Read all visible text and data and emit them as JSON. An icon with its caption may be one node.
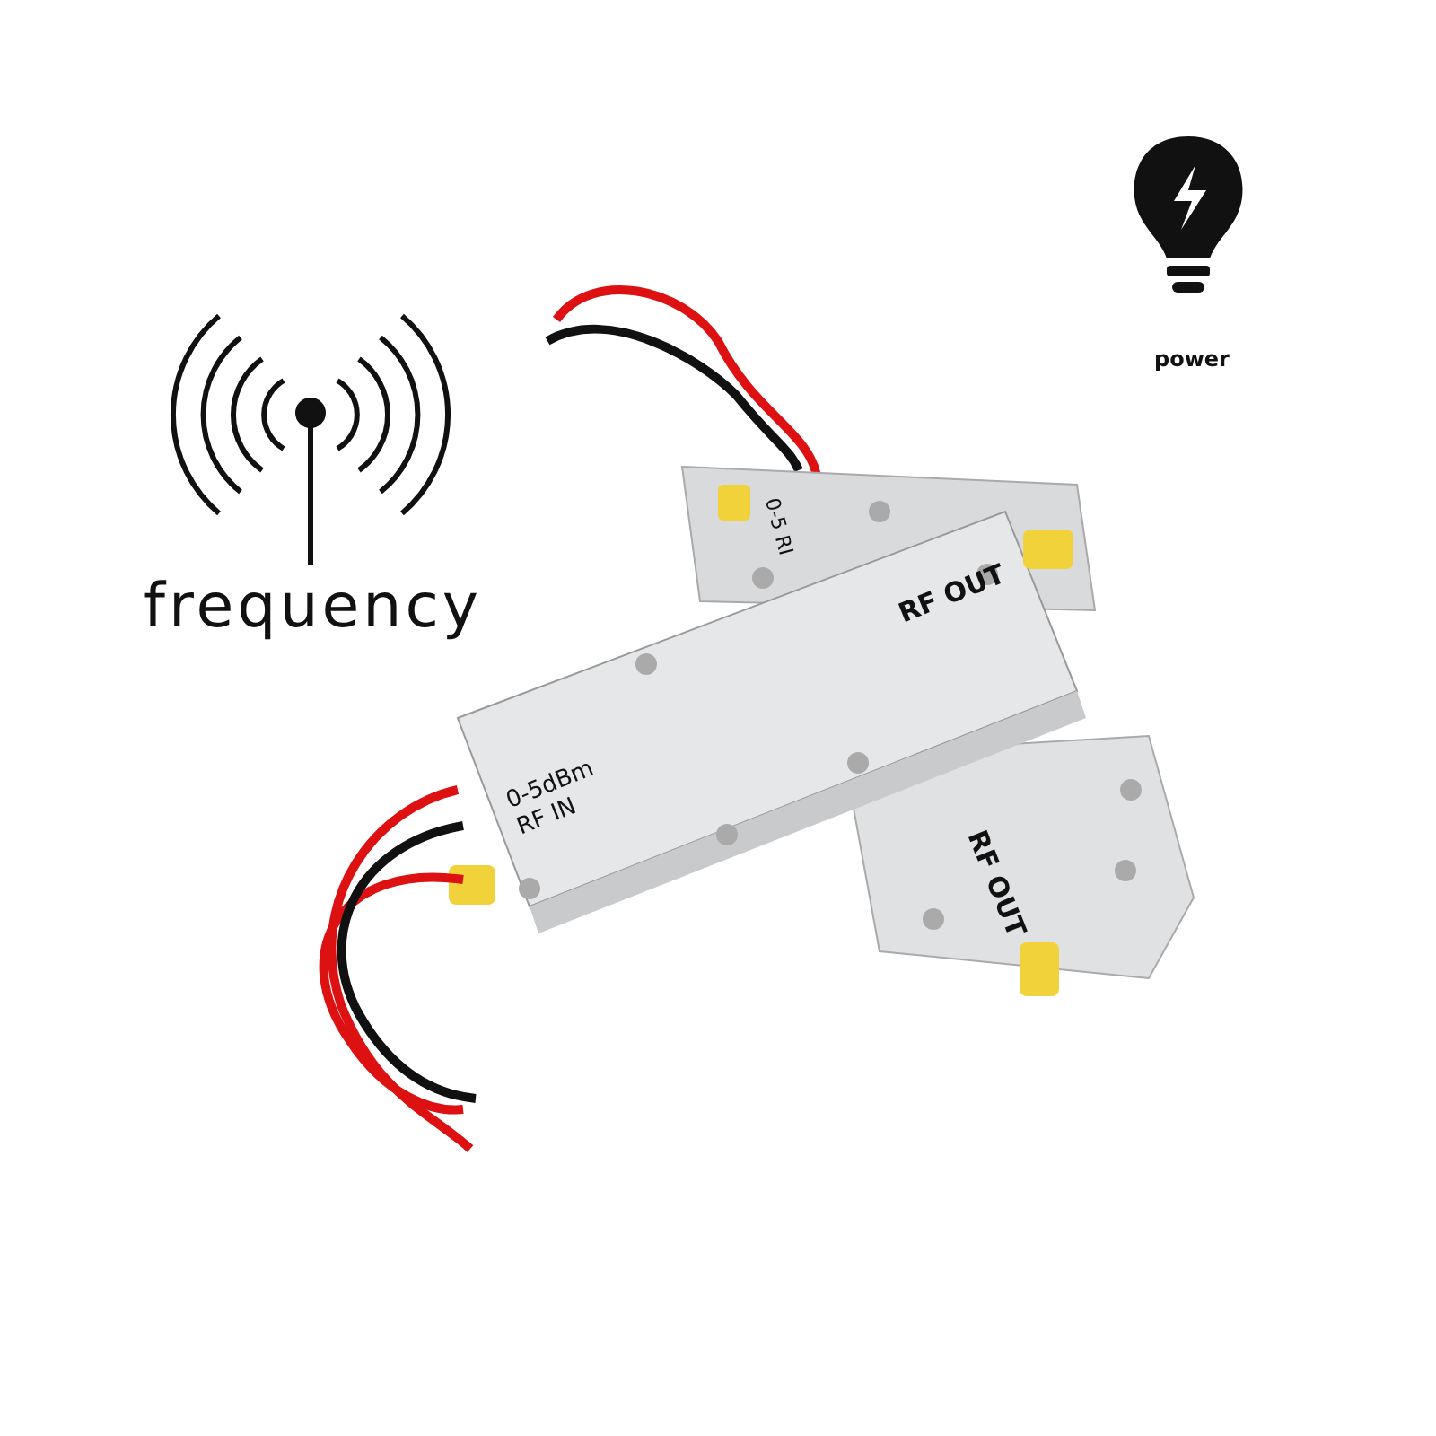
{
  "diagram": {
    "labels": [
      "frequency",
      "power",
      "0-5 RI",
      "RF OUT",
      "0-5dBm RF IN",
      "RF OUT"
    ]
  }
}
